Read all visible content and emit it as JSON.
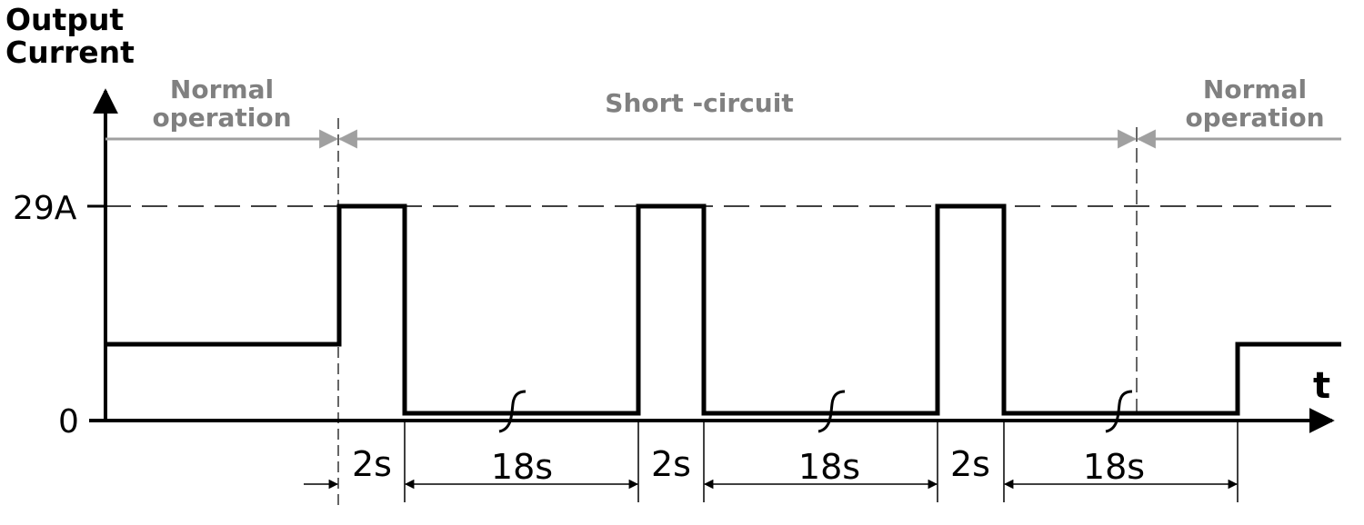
{
  "diagram": {
    "y_axis_label": [
      "Output",
      "Current"
    ],
    "x_axis_label": "t",
    "y_ticks": {
      "peak": "29A",
      "zero": "0"
    },
    "phases": {
      "normal_start": [
        "Normal",
        "operation"
      ],
      "short_circuit": "Short -circuit",
      "normal_end": [
        "Normal",
        "operation"
      ]
    },
    "durations": [
      "2s",
      "18s",
      "2s",
      "18s",
      "2s",
      "18s"
    ],
    "colors": {
      "waveform": "#000000",
      "phase_text": "#808080",
      "phase_arrow": "#a0a0a0"
    }
  }
}
